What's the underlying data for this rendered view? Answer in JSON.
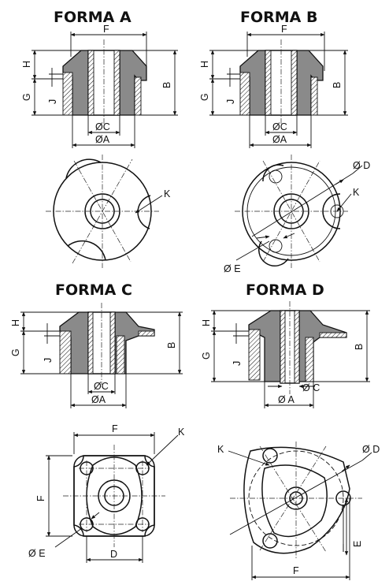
{
  "titles": {
    "a": "FORMA A",
    "b": "FORMA B",
    "c": "FORMA C",
    "d": "FORMA D"
  },
  "labels": {
    "f": "F",
    "h": "H",
    "g": "G",
    "j": "J",
    "b": "B",
    "oc": "ØC",
    "oa": "ØA",
    "od": "Ø D",
    "oe": "Ø E",
    "oe2": "Ø E",
    "oc_d": "Ø C",
    "oa_d": "Ø A",
    "od_d": "Ø D",
    "k": "K",
    "d": "D",
    "e": "E"
  },
  "colors": {
    "rubber": "#8a8a8a",
    "line": "#111111",
    "paper": "#ffffff"
  }
}
